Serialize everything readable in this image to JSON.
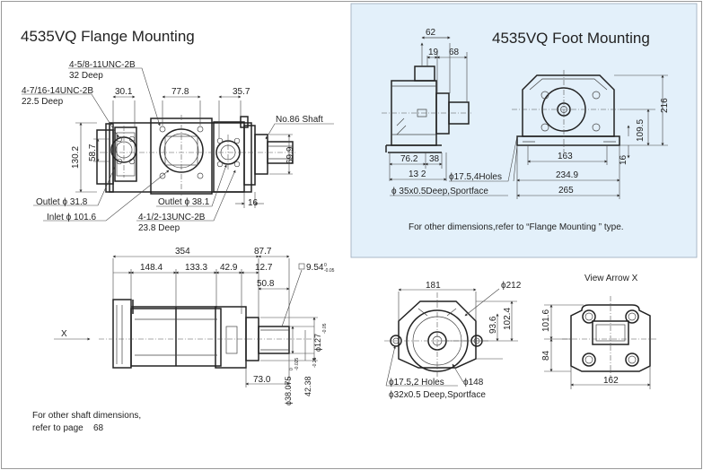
{
  "flange": {
    "title": "4535VQ Flange Mounting",
    "notes": {
      "top_unc": "4-5/8-11UNC-2B",
      "top_unc_depth": "32 Deep",
      "left_unc": "4-7/16-14UNC-2B",
      "left_unc_depth": "22.5 Deep",
      "shaft": "No.86 Shaft",
      "outlet_left": "Outlet ϕ 31.8",
      "inlet": "Inlet ϕ 101.6",
      "outlet_mid": "Outlet ϕ 38.1",
      "bottom_unc": "4-1/2-13UNC-2B",
      "bottom_unc_depth": "23.8 Deep"
    },
    "dims": {
      "d30_1": "30.1",
      "d77_8": "77.8",
      "d35_7": "35.7",
      "d130_2": "130.2",
      "d58_7": "58.7",
      "d69_9": "69.9",
      "d16": "16"
    }
  },
  "foot": {
    "title": "4535VQ Foot Mounting",
    "dims": {
      "d62": "62",
      "d19": "19",
      "d68": "68",
      "d216": "216",
      "d109_5": "109.5",
      "d16": "16",
      "d76_2": "76.2",
      "d38": "38",
      "d163": "163",
      "d132": "13 2",
      "d234_9": "234.9",
      "d265": "265"
    },
    "holes": "ϕ17.5,4Holes",
    "spotface": "ϕ 35x0.5Deep,Sportface",
    "note": "For other dimensions,refer to “Flange Mounting ” type."
  },
  "side": {
    "dims": {
      "d354": "354",
      "d87_7": "87.7",
      "d148_4": "148.4",
      "d133_3": "133.3",
      "d42_9": "42.9",
      "d12_7": "12.7",
      "d9_54": "9.54",
      "d9_54_tol_top": "0",
      "d9_54_tol_bot": "-0.05",
      "d50_8": "50.8",
      "d73_0": "73.0",
      "d127": "ϕ127",
      "d127_tol": "-0.05",
      "d38_075": "ϕ38.075",
      "d38_075_tol_top": "0",
      "d38_075_tol_bot": "-0.025",
      "d42_38": "42.38",
      "d42_38_tol": "-0.25"
    },
    "arrow_label": "X",
    "note_line1": "For other shaft dimensions,",
    "note_line2": "refer to page",
    "note_page": "68"
  },
  "flange_face": {
    "dims": {
      "d181": "181",
      "d212": "ϕ212",
      "d93_6": "93.6",
      "d102_4": "102.4",
      "d148": "ϕ148"
    },
    "holes": "ϕ17.5,2 Holes",
    "spotface": "ϕ32x0.5 Deep,Sportface"
  },
  "view_x": {
    "title": "View Arrow X",
    "dims": {
      "d101_6": "101.6",
      "d84": "84",
      "d162": "162"
    }
  }
}
